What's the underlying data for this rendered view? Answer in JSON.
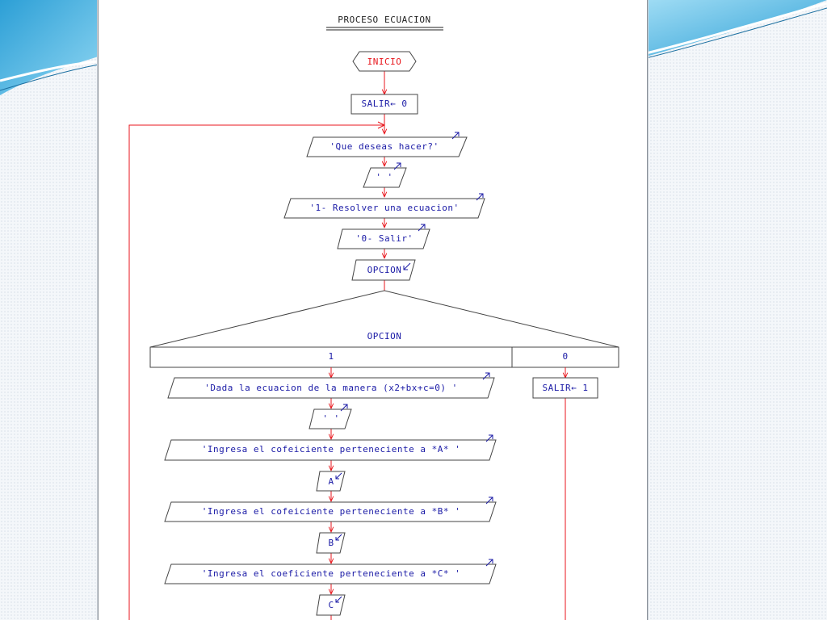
{
  "diagram": {
    "title": "PROCESO ECUACION",
    "start_label": "INICIO",
    "nodes": [
      {
        "id": "init-salir",
        "label": "SALIR← 0"
      },
      {
        "id": "out-que",
        "label": "'Que deseas hacer?'"
      },
      {
        "id": "out-blank1",
        "label": "' '"
      },
      {
        "id": "out-opt1",
        "label": "'1- Resolver una ecuacion'"
      },
      {
        "id": "out-opt0",
        "label": "'0- Salir'"
      },
      {
        "id": "in-opcion",
        "label": "OPCION"
      }
    ],
    "switch": {
      "variable": "OPCION",
      "cases": [
        "1",
        "0"
      ]
    },
    "case1_nodes": [
      {
        "id": "out-dada",
        "label": "'Dada la ecuacion de la manera (x2+bx+c=0) '"
      },
      {
        "id": "out-blank2",
        "label": "' '"
      },
      {
        "id": "out-ing-a",
        "label": "'Ingresa el cofeiciente perteneciente a *A* '"
      },
      {
        "id": "in-a",
        "label": "A"
      },
      {
        "id": "out-ing-b",
        "label": "'Ingresa el cofeiciente perteneciente a *B* '"
      },
      {
        "id": "in-b",
        "label": "B"
      },
      {
        "id": "out-ing-c",
        "label": "'Ingresa el coeficiente perteneciente a *C* '"
      },
      {
        "id": "in-c",
        "label": "C"
      }
    ],
    "case0_nodes": [
      {
        "id": "salir1",
        "label": "SALIR← 1"
      }
    ]
  },
  "colors": {
    "flow_line": "#e8161c",
    "node_text": "#1a1aa6",
    "start_text": "#e8161c",
    "accent_blue": "#3fb3e6"
  }
}
